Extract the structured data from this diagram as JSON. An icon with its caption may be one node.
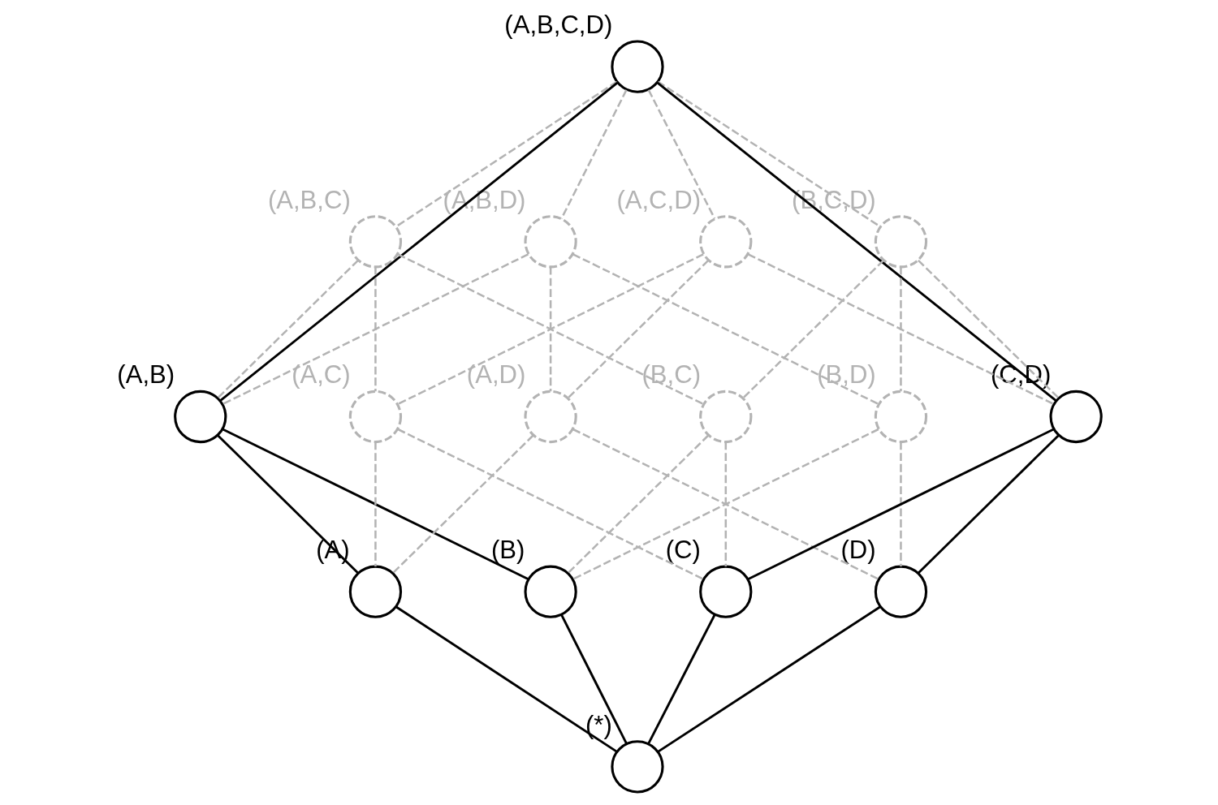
{
  "diagram": {
    "nodes": [
      {
        "text": [
          "(A,B,C,D)"
        ]
      },
      {
        "text": [
          "(A,B,C)"
        ]
      },
      {
        "text": [
          "(A,B,D)"
        ]
      },
      {
        "text": [
          "(A,C,D)"
        ]
      },
      {
        "text": [
          "(B,C,D)"
        ]
      },
      {
        "text": [
          "(A,B)"
        ]
      },
      {
        "text": [
          "(A,C)"
        ]
      },
      {
        "text": [
          "(A,D)"
        ]
      },
      {
        "text": [
          "(B,C)"
        ]
      },
      {
        "text": [
          "(B,D)"
        ]
      },
      {
        "text": [
          "(C,D)"
        ]
      },
      {
        "text": [
          "(A)"
        ]
      },
      {
        "text": [
          "(B)"
        ]
      },
      {
        "text": [
          "(C)"
        ]
      },
      {
        "text": [
          "(D)"
        ]
      },
      {
        "text": [
          "(*)"
        ]
      }
    ],
    "edges": [
      {
        "from": 0,
        "to": 5,
        "arrow": "none",
        "color": "#000000"
      },
      {
        "from": 0,
        "to": 1,
        "arrow": "none",
        "style": "dashed",
        "color": "#b3b3b3"
      },
      {
        "from": 0,
        "to": 2,
        "arrow": "none",
        "style": "dashed",
        "color": "#b3b3b3"
      },
      {
        "from": 0,
        "to": 3,
        "arrow": "none",
        "style": "dashed",
        "color": "#b3b3b3"
      },
      {
        "from": 0,
        "to": 4,
        "arrow": "none",
        "style": "dashed",
        "color": "#b3b3b3"
      },
      {
        "from": 0,
        "to": 10,
        "arrow": "none",
        "color": "#000000"
      },
      {
        "from": 1,
        "to": 5,
        "arrow": "none",
        "style": "dashed",
        "color": "#b3b3b3"
      },
      {
        "from": 1,
        "to": 6,
        "arrow": "none",
        "style": "dashed",
        "color": "#b3b3b3"
      },
      {
        "from": 1,
        "to": 8,
        "arrow": "none",
        "style": "dashed",
        "color": "#b3b3b3"
      },
      {
        "from": 2,
        "to": 5,
        "arrow": "none",
        "style": "dashed",
        "color": "#b3b3b3"
      },
      {
        "from": 2,
        "to": 7,
        "arrow": "none",
        "style": "dashed",
        "color": "#b3b3b3"
      },
      {
        "from": 2,
        "to": 9,
        "arrow": "none",
        "style": "dashed",
        "color": "#b3b3b3"
      },
      {
        "from": 3,
        "to": 6,
        "arrow": "none",
        "style": "dashed",
        "color": "#b3b3b3"
      },
      {
        "from": 3,
        "to": 7,
        "arrow": "none",
        "style": "dashed",
        "color": "#b3b3b3"
      },
      {
        "from": 3,
        "to": 10,
        "arrow": "none",
        "style": "dashed",
        "color": "#b3b3b3"
      },
      {
        "from": 4,
        "to": 8,
        "arrow": "none",
        "style": "dashed",
        "color": "#b3b3b3"
      },
      {
        "from": 4,
        "to": 9,
        "arrow": "none",
        "style": "dashed",
        "color": "#b3b3b3"
      },
      {
        "from": 4,
        "to": 10,
        "arrow": "none",
        "style": "dashed",
        "color": "#b3b3b3"
      },
      {
        "from": 5,
        "to": 11,
        "arrow": "none",
        "color": "#000000"
      },
      {
        "from": 5,
        "to": 12,
        "arrow": "none",
        "color": "#000000"
      },
      {
        "from": 6,
        "to": 11,
        "arrow": "none",
        "style": "dashed",
        "color": "#b3b3b3"
      },
      {
        "from": 6,
        "to": 13,
        "arrow": "none",
        "style": "dashed",
        "color": "#b3b3b3"
      },
      {
        "from": 7,
        "to": 11,
        "arrow": "none",
        "style": "dashed",
        "color": "#b3b3b3"
      },
      {
        "from": 7,
        "to": 14,
        "arrow": "none",
        "style": "dashed",
        "color": "#b3b3b3"
      },
      {
        "from": 8,
        "to": 12,
        "arrow": "none",
        "style": "dashed",
        "color": "#b3b3b3"
      },
      {
        "from": 8,
        "to": 13,
        "arrow": "none",
        "style": "dashed",
        "color": "#b3b3b3"
      },
      {
        "from": 9,
        "to": 12,
        "arrow": "none",
        "style": "dashed",
        "color": "#b3b3b3"
      },
      {
        "from": 9,
        "to": 14,
        "arrow": "none",
        "style": "dashed",
        "color": "#b3b3b3"
      },
      {
        "from": 10,
        "to": 13,
        "arrow": "none",
        "color": "#000000"
      },
      {
        "from": 10,
        "to": 14,
        "arrow": "none",
        "color": "#000000"
      },
      {
        "from": 11,
        "to": 15,
        "arrow": "none",
        "color": "#000000"
      },
      {
        "from": 12,
        "to": 15,
        "arrow": "none",
        "color": "#000000"
      },
      {
        "from": 13,
        "to": 15,
        "arrow": "none",
        "color": "#000000"
      },
      {
        "from": 14,
        "to": 15,
        "arrow": "none",
        "color": "#000000"
      }
    ]
  }
}
